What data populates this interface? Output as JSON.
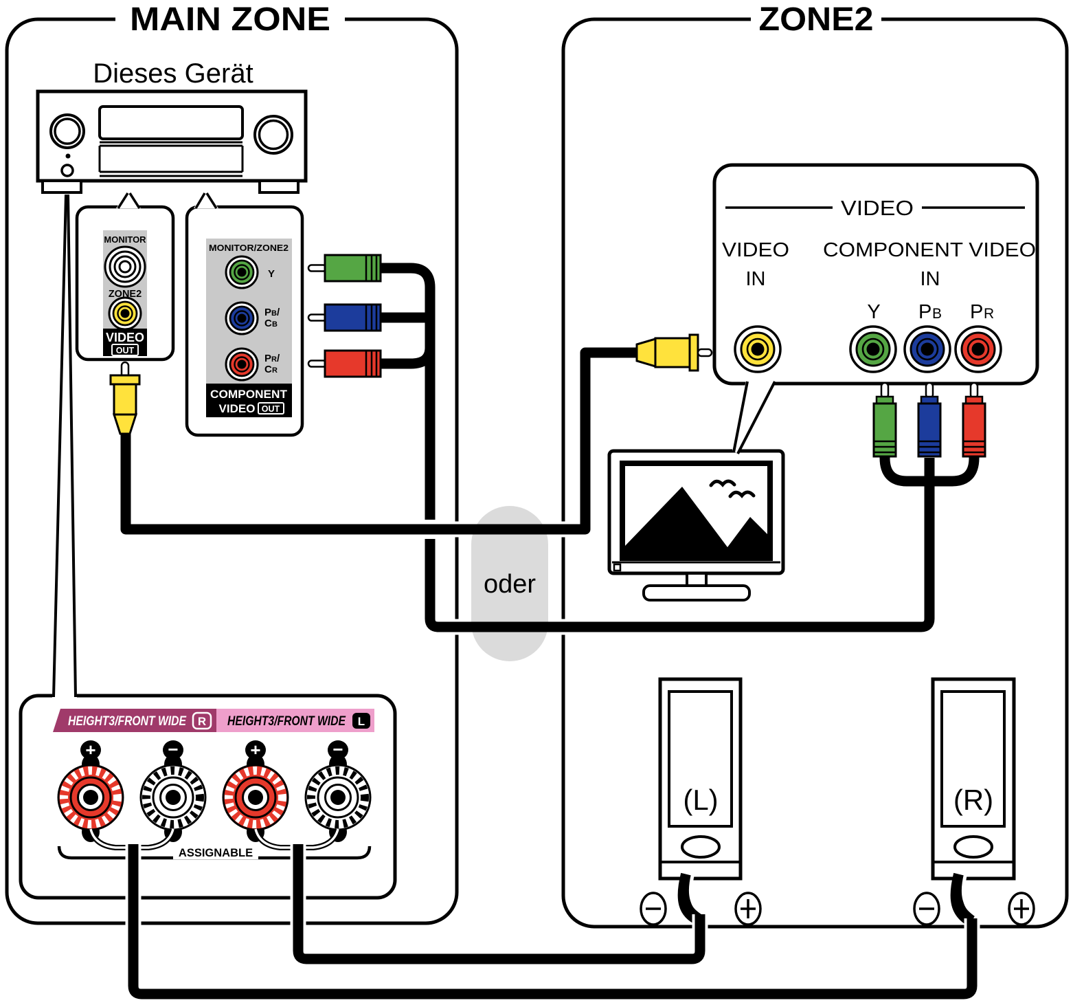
{
  "main_zone": {
    "title": "MAIN ZONE",
    "device_label": "Dieses Gerät",
    "video_out_panel": {
      "monitor_label": "MONITOR",
      "zone2_label": "ZONE2",
      "video_label": "VIDEO",
      "out_label": "OUT"
    },
    "component_out_panel": {
      "header": "MONITOR/ZONE2",
      "y_label": "Y",
      "pb_line": [
        "P",
        "B",
        "/"
      ],
      "cb_line": [
        "C",
        "B"
      ],
      "pr_line": [
        "P",
        "R",
        "/"
      ],
      "cr_line": [
        "C",
        "R"
      ],
      "component_label": "COMPONENT",
      "video_label": "VIDEO",
      "out_label": "OUT"
    },
    "speaker_panel": {
      "right_label": "HEIGHT3/FRONT WIDE",
      "right_badge": "R",
      "left_label": "HEIGHT3/FRONT WIDE",
      "left_badge": "L",
      "plus": "+",
      "minus": "−",
      "assignable_label": "ASSIGNABLE"
    }
  },
  "zone2": {
    "title": "ZONE2",
    "video_panel": {
      "header": "VIDEO",
      "video_label": "VIDEO",
      "in_video": "IN",
      "component_video_label": "COMPONENT VIDEO",
      "in_component": "IN",
      "y_label": "Y",
      "pb": [
        "P",
        "B"
      ],
      "pr": [
        "P",
        "R"
      ]
    },
    "speakers": {
      "left_label": "(L)",
      "right_label": "(R)",
      "polarity_minus": "−",
      "polarity_plus": "+"
    }
  },
  "middle": {
    "or_label": "oder"
  },
  "colors": {
    "yellow": "#FFE23C",
    "green": "#55A644",
    "blue": "#1C3C9C",
    "red": "#E6392B",
    "gray_panel": "#C9C9C9",
    "gray_pill": "#DBDBDB",
    "magenta": "#A03A6A",
    "pink": "#EE9FCB"
  }
}
